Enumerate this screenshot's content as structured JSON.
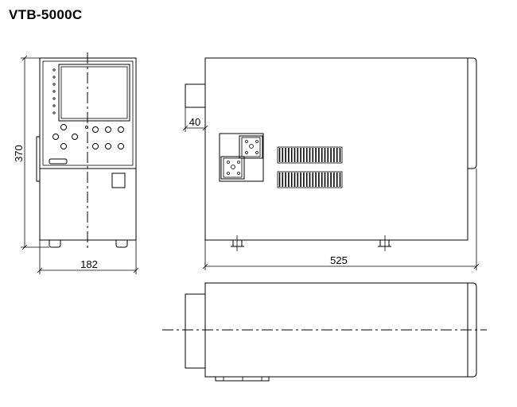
{
  "title": "VTB-5000C",
  "dimensions": {
    "height": "370",
    "front_width": "182",
    "side_length": "525",
    "protrusion": "40"
  }
}
